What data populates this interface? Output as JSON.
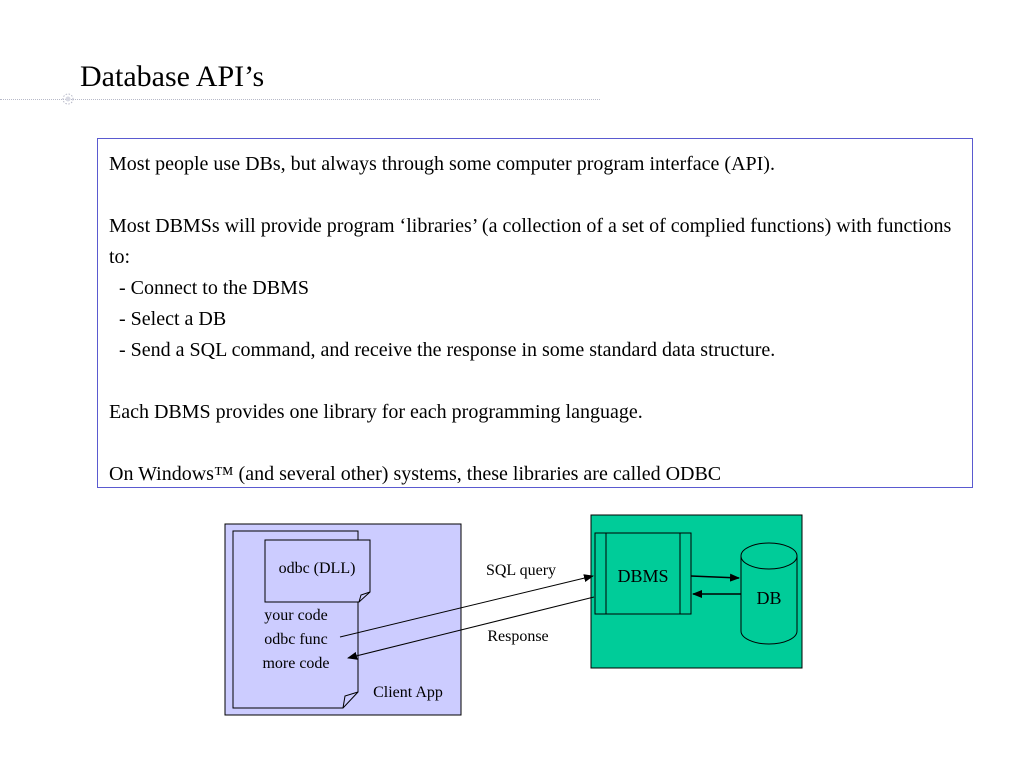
{
  "title": "Database API’s",
  "body": {
    "p1": "Most people use DBs, but always through some computer program interface (API).",
    "p2": "Most DBMSs will provide program ‘libraries’ (a collection of a set of complied functions) with functions to:",
    "bullets": [
      "- Connect to the DBMS",
      "- Select a DB",
      "- Send a SQL command, and receive the response in some standard data structure."
    ],
    "p3": "Each DBMS provides one library for each programming language.",
    "p4": "On Windows™ (and several other) systems, these libraries are called ODBC"
  },
  "diagram": {
    "client_app_label": "Client App",
    "dll_label": "odbc (DLL)",
    "code_lines": [
      "your code",
      "odbc func",
      "more code"
    ],
    "sql_query_label": "SQL query",
    "response_label": "Response",
    "dbms_label": "DBMS",
    "db_label": "DB",
    "colors": {
      "client_fill": "#ccccff",
      "server_fill": "#00cc99",
      "box_border": "#5a5ad0"
    }
  }
}
